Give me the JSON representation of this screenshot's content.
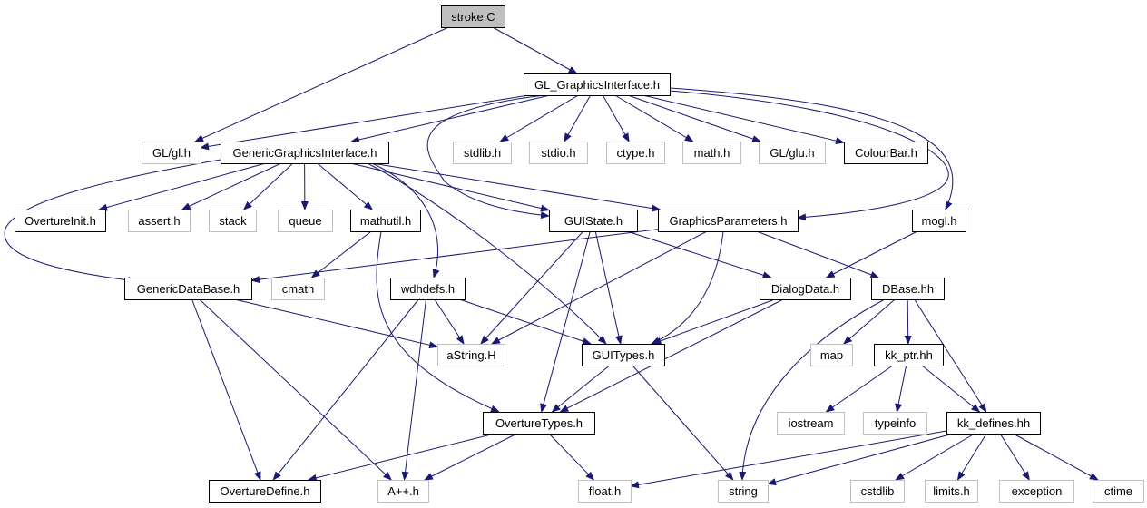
{
  "diagram": {
    "colors": {
      "edge": "#191970",
      "root_fill": "#bfbfbf",
      "project_border": "#000000",
      "external_border": "#bfbfbf",
      "text": "#000000"
    },
    "nodes": [
      {
        "id": "stroke_C",
        "label": "stroke.C",
        "kind": "root"
      },
      {
        "id": "GL_GraphicsInterface_h",
        "label": "GL_GraphicsInterface.h",
        "kind": "project"
      },
      {
        "id": "GL_gl_h",
        "label": "GL/gl.h",
        "kind": "external"
      },
      {
        "id": "GenericGraphicsInterface_h",
        "label": "GenericGraphicsInterface.h",
        "kind": "project"
      },
      {
        "id": "stdlib_h",
        "label": "stdlib.h",
        "kind": "external"
      },
      {
        "id": "stdio_h",
        "label": "stdio.h",
        "kind": "external"
      },
      {
        "id": "ctype_h",
        "label": "ctype.h",
        "kind": "external"
      },
      {
        "id": "math_h",
        "label": "math.h",
        "kind": "external"
      },
      {
        "id": "GL_glu_h",
        "label": "GL/glu.h",
        "kind": "external"
      },
      {
        "id": "ColourBar_h",
        "label": "ColourBar.h",
        "kind": "project"
      },
      {
        "id": "OvertureInit_h",
        "label": "OvertureInit.h",
        "kind": "project"
      },
      {
        "id": "assert_h",
        "label": "assert.h",
        "kind": "external"
      },
      {
        "id": "stack",
        "label": "stack",
        "kind": "external"
      },
      {
        "id": "queue",
        "label": "queue",
        "kind": "external"
      },
      {
        "id": "mathutil_h",
        "label": "mathutil.h",
        "kind": "project"
      },
      {
        "id": "GUIState_h",
        "label": "GUIState.h",
        "kind": "project"
      },
      {
        "id": "GraphicsParameters_h",
        "label": "GraphicsParameters.h",
        "kind": "project"
      },
      {
        "id": "mogl_h",
        "label": "mogl.h",
        "kind": "project"
      },
      {
        "id": "GenericDataBase_h",
        "label": "GenericDataBase.h",
        "kind": "project"
      },
      {
        "id": "cmath",
        "label": "cmath",
        "kind": "external"
      },
      {
        "id": "wdhdefs_h",
        "label": "wdhdefs.h",
        "kind": "project"
      },
      {
        "id": "DialogData_h",
        "label": "DialogData.h",
        "kind": "project"
      },
      {
        "id": "DBase_hh",
        "label": "DBase.hh",
        "kind": "project"
      },
      {
        "id": "aString_H",
        "label": "aString.H",
        "kind": "external"
      },
      {
        "id": "GUITypes_h",
        "label": "GUITypes.h",
        "kind": "project"
      },
      {
        "id": "map",
        "label": "map",
        "kind": "external"
      },
      {
        "id": "kk_ptr_hh",
        "label": "kk_ptr.hh",
        "kind": "project"
      },
      {
        "id": "OvertureTypes_h",
        "label": "OvertureTypes.h",
        "kind": "project"
      },
      {
        "id": "iostream",
        "label": "iostream",
        "kind": "external"
      },
      {
        "id": "typeinfo",
        "label": "typeinfo",
        "kind": "external"
      },
      {
        "id": "kk_defines_hh",
        "label": "kk_defines.hh",
        "kind": "project"
      },
      {
        "id": "OvertureDefine_h",
        "label": "OvertureDefine.h",
        "kind": "project"
      },
      {
        "id": "App_h",
        "label": "A++.h",
        "kind": "external"
      },
      {
        "id": "float_h",
        "label": "float.h",
        "kind": "external"
      },
      {
        "id": "string",
        "label": "string",
        "kind": "external"
      },
      {
        "id": "cstdlib",
        "label": "cstdlib",
        "kind": "external"
      },
      {
        "id": "limits_h",
        "label": "limits.h",
        "kind": "external"
      },
      {
        "id": "exception",
        "label": "exception",
        "kind": "external"
      },
      {
        "id": "ctime",
        "label": "ctime",
        "kind": "external"
      }
    ],
    "edges": [
      [
        "stroke_C",
        "GL_GraphicsInterface_h"
      ],
      [
        "stroke_C",
        "GL_gl_h"
      ],
      [
        "GL_GraphicsInterface_h",
        "GL_gl_h"
      ],
      [
        "GL_GraphicsInterface_h",
        "GenericGraphicsInterface_h"
      ],
      [
        "GL_GraphicsInterface_h",
        "stdlib_h"
      ],
      [
        "GL_GraphicsInterface_h",
        "stdio_h"
      ],
      [
        "GL_GraphicsInterface_h",
        "ctype_h"
      ],
      [
        "GL_GraphicsInterface_h",
        "math_h"
      ],
      [
        "GL_GraphicsInterface_h",
        "GL_glu_h"
      ],
      [
        "GL_GraphicsInterface_h",
        "ColourBar_h"
      ],
      [
        "GL_GraphicsInterface_h",
        "GUIState_h"
      ],
      [
        "GL_GraphicsInterface_h",
        "GraphicsParameters_h"
      ],
      [
        "GL_GraphicsInterface_h",
        "mogl_h"
      ],
      [
        "GenericGraphicsInterface_h",
        "OvertureInit_h"
      ],
      [
        "GenericGraphicsInterface_h",
        "assert_h"
      ],
      [
        "GenericGraphicsInterface_h",
        "stack"
      ],
      [
        "GenericGraphicsInterface_h",
        "queue"
      ],
      [
        "GenericGraphicsInterface_h",
        "mathutil_h"
      ],
      [
        "GenericGraphicsInterface_h",
        "GUIState_h"
      ],
      [
        "GenericGraphicsInterface_h",
        "GraphicsParameters_h"
      ],
      [
        "GenericGraphicsInterface_h",
        "GenericDataBase_h"
      ],
      [
        "GenericGraphicsInterface_h",
        "wdhdefs_h"
      ],
      [
        "GenericGraphicsInterface_h",
        "GUITypes_h"
      ],
      [
        "mathutil_h",
        "cmath"
      ],
      [
        "mathutil_h",
        "OvertureTypes_h"
      ],
      [
        "GUIState_h",
        "DialogData_h"
      ],
      [
        "GUIState_h",
        "aString_H"
      ],
      [
        "GUIState_h",
        "GUITypes_h"
      ],
      [
        "GUIState_h",
        "OvertureTypes_h"
      ],
      [
        "GraphicsParameters_h",
        "GenericDataBase_h"
      ],
      [
        "GraphicsParameters_h",
        "aString_H"
      ],
      [
        "GraphicsParameters_h",
        "GUITypes_h"
      ],
      [
        "GraphicsParameters_h",
        "DBase_hh"
      ],
      [
        "mogl_h",
        "DialogData_h"
      ],
      [
        "GenericDataBase_h",
        "aString_H"
      ],
      [
        "GenericDataBase_h",
        "OvertureDefine_h"
      ],
      [
        "GenericDataBase_h",
        "App_h"
      ],
      [
        "wdhdefs_h",
        "aString_H"
      ],
      [
        "wdhdefs_h",
        "GUITypes_h"
      ],
      [
        "wdhdefs_h",
        "OvertureDefine_h"
      ],
      [
        "wdhdefs_h",
        "App_h"
      ],
      [
        "DialogData_h",
        "GUITypes_h"
      ],
      [
        "DialogData_h",
        "OvertureTypes_h"
      ],
      [
        "DBase_hh",
        "map"
      ],
      [
        "DBase_hh",
        "kk_ptr_hh"
      ],
      [
        "DBase_hh",
        "string"
      ],
      [
        "DBase_hh",
        "kk_defines_hh"
      ],
      [
        "GUITypes_h",
        "OvertureTypes_h"
      ],
      [
        "GUITypes_h",
        "string"
      ],
      [
        "kk_ptr_hh",
        "iostream"
      ],
      [
        "kk_ptr_hh",
        "typeinfo"
      ],
      [
        "kk_ptr_hh",
        "kk_defines_hh"
      ],
      [
        "OvertureTypes_h",
        "OvertureDefine_h"
      ],
      [
        "OvertureTypes_h",
        "App_h"
      ],
      [
        "OvertureTypes_h",
        "float_h"
      ],
      [
        "kk_defines_hh",
        "float_h"
      ],
      [
        "kk_defines_hh",
        "string"
      ],
      [
        "kk_defines_hh",
        "cstdlib"
      ],
      [
        "kk_defines_hh",
        "limits_h"
      ],
      [
        "kk_defines_hh",
        "exception"
      ],
      [
        "kk_defines_hh",
        "ctime"
      ]
    ]
  }
}
